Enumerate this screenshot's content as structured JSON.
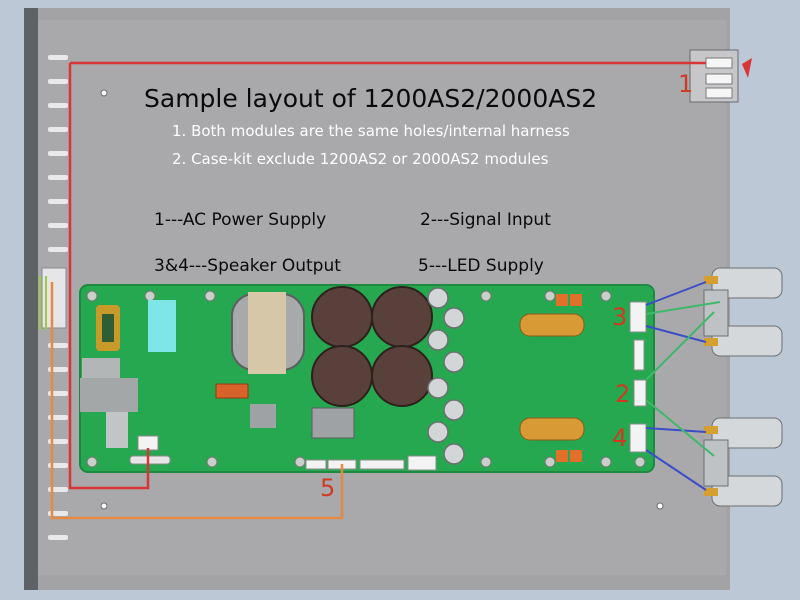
{
  "title": "Sample layout of 1200AS2/2000AS2",
  "notes": [
    "1. Both modules are the same holes/internal harness",
    "2. Case-kit exclude 1200AS2 or 2000AS2 modules"
  ],
  "legend": [
    "1---AC Power Supply",
    "2---Signal Input",
    "3&4---Speaker Output",
    "5---LED Supply"
  ],
  "callouts": {
    "c1": "1",
    "c2": "2",
    "c3": "3",
    "c4": "4",
    "c5": "5"
  },
  "colors": {
    "chassis": "#a7a7aa",
    "background": "#bcc8d6",
    "pcb": "#25a84f",
    "power_wire": "#d73536",
    "led_wire": "#e28a46",
    "speaker_wire": "#3b4ec7",
    "signal_wire": "#3fb86a",
    "capacitor": "#5a403a",
    "callout_number": "#d03a22"
  }
}
